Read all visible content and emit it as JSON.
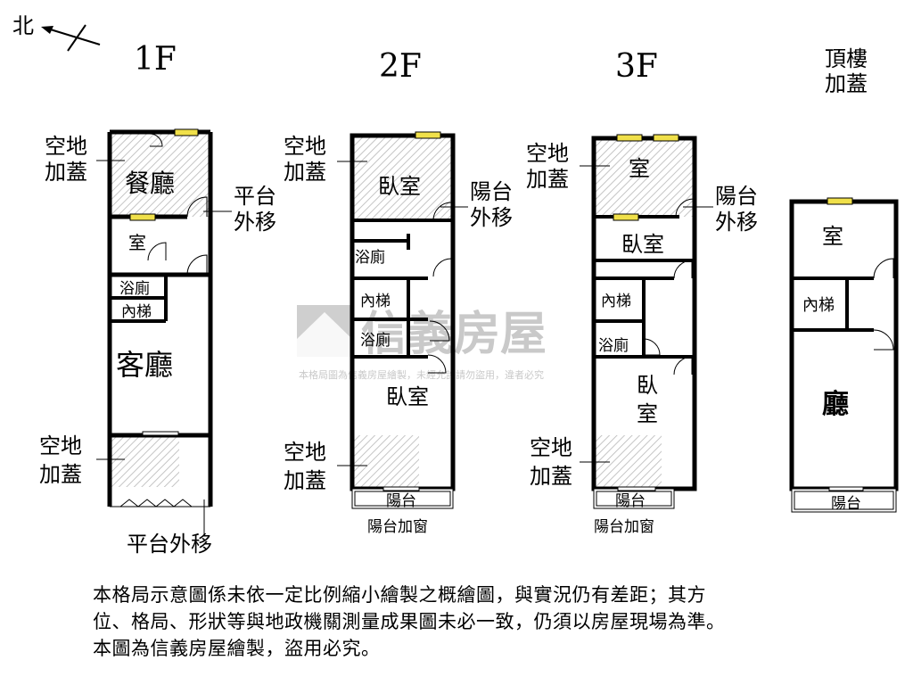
{
  "compass": {
    "north": "北"
  },
  "floors": [
    {
      "id": "1f",
      "title": "1F",
      "labels": {
        "open_space_top": "空地\n加蓋",
        "dining": "餐廳",
        "platform_side": "平台\n外移",
        "room": "室",
        "bath": "浴廁",
        "stairs": "內梯",
        "living": "客廳",
        "open_space_bottom": "空地\n加蓋",
        "platform_bottom": "平台外移"
      }
    },
    {
      "id": "2f",
      "title": "2F",
      "labels": {
        "open_space_top": "空地\n加蓋",
        "bedroom_top": "臥室",
        "balcony_side": "陽台\n外移",
        "bath_1": "浴廁",
        "stairs": "內梯",
        "bath_2": "浴廁",
        "bedroom_bottom": "臥室",
        "open_space_bottom": "空地\n加蓋",
        "balcony": "陽台",
        "balcony_window": "陽台加窗"
      }
    },
    {
      "id": "3f",
      "title": "3F",
      "labels": {
        "open_space_top": "空地\n加蓋",
        "room_top": "室",
        "balcony_side": "陽台\n外移",
        "bedroom_1": "臥室",
        "stairs": "內梯",
        "bath": "浴廁",
        "bedroom_2": "臥\n室",
        "open_space_bottom": "空地\n加蓋",
        "balcony": "陽台",
        "balcony_window": "陽台加窗"
      }
    },
    {
      "id": "roof",
      "title": "頂樓\n加蓋",
      "labels": {
        "room": "室",
        "stairs": "內梯",
        "hall": "廳",
        "balcony": "陽台"
      }
    }
  ],
  "watermark": {
    "brand": "信義房屋",
    "caption": "本格局圖為信義房屋繪製，未經允許請勿盜用，違者必究"
  },
  "disclaimer": {
    "line1": "本格局示意圖係未依一定比例縮小繪製之概繪圖，與實況仍有差距；其方",
    "line2": "位、格局、形狀等與地政機關測量成果圖未必一致，仍須以房屋現場為準。",
    "line3": "本圖為信義房屋繪製，盜用必究。"
  }
}
